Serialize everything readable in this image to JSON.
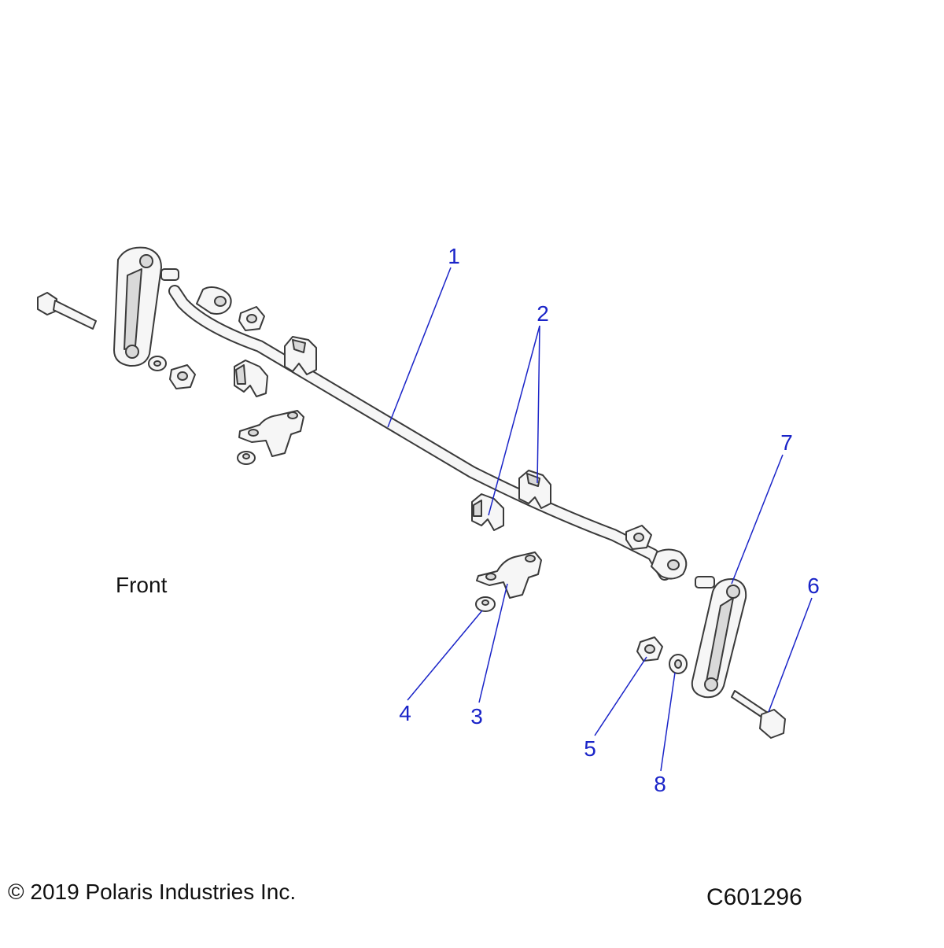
{
  "figure": {
    "front_label": "Front",
    "copyright": "© 2019 Polaris Industries Inc.",
    "code": "C601296",
    "callouts": [
      "1",
      "2",
      "3",
      "4",
      "5",
      "6",
      "7",
      "8"
    ],
    "callout_color": "#1a24c8"
  }
}
